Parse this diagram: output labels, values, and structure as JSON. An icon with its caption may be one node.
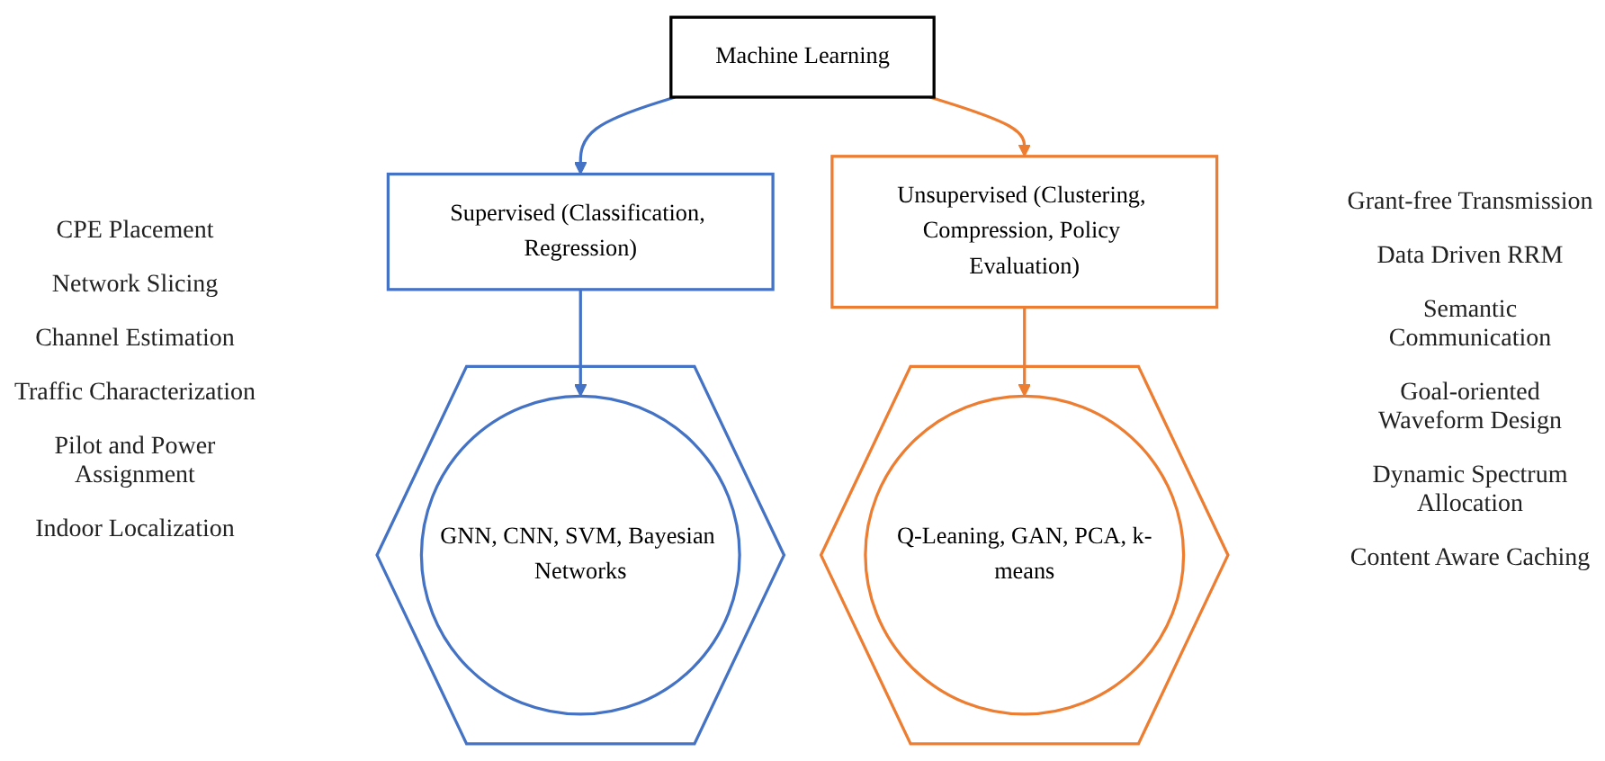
{
  "diagram": {
    "nodes": [
      {
        "text": [
          "Machine Learning"
        ]
      },
      {
        "text": [
          "Supervised (Classification, Regression)"
        ]
      },
      {
        "text": [
          "Unsupervised (Clustering, Compression, Policy Evaluation)"
        ]
      },
      {
        "text": [],
        "shape": "hexagon",
        "beside": [
          "CPE Placement",
          "Network Slicing",
          "Channel Estimation",
          "Traffic Characterization",
          "Pilot and Power Assignment",
          "Indoor Localization"
        ]
      },
      {
        "text": [
          "GNN, CNN, SVM, Bayesian Networks"
        ],
        "in": 3
      },
      {
        "text": [],
        "shape": "hexagon",
        "beside": [
          "Grant-free Transmission",
          "Data Driven RRM",
          "Semantic Communication",
          "Goal-oriented Waveform Design",
          "Dynamic Spectrum Allocation",
          "Content Aware Caching"
        ]
      },
      {
        "text": [
          "Q-Leaning, GAN, PCA, k-means"
        ],
        "in": 5
      }
    ],
    "edges": [
      {
        "from": 0,
        "to": 1,
        "arrow": "to",
        "color": "#4472c4"
      },
      {
        "from": 0,
        "to": 2,
        "arrow": "to",
        "color": "#ed7d31"
      },
      {
        "from": 1,
        "to": 4,
        "arrow": "to",
        "color": "#4472c4"
      },
      {
        "from": 2,
        "to": 6,
        "arrow": "to",
        "color": "#ed7d31"
      }
    ]
  }
}
